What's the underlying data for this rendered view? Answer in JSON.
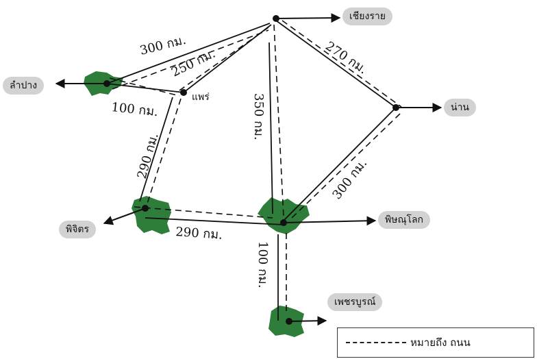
{
  "cities": {
    "chiang_rai": "เชียงราย",
    "lampang": "ลำปาง",
    "phrae": "แพร่",
    "nan": "น่าน",
    "phichit": "พิจิตร",
    "phitsanulok": "พิษณุโลก",
    "phetchabun": "เพชรบูรณ์"
  },
  "distances": {
    "lampang_chiangrai": "300 กม.",
    "phrae_chiangrai": "250 กม.",
    "lampang_phrae": "100 กม.",
    "chiangrai_nan": "270 กม.",
    "chiangrai_phitsanulok": "350 กม.",
    "phrae_phichit": "290 กม.",
    "nan_phitsanulok": "300 กม.",
    "phichit_phitsanulok": "290 กม.",
    "phitsanulok_phetchabun": "100 กม."
  },
  "legend": {
    "text": "หมายถึง ถนน"
  },
  "colors": {
    "region": "#2e7d3a",
    "line": "#111111",
    "label_bg": "#d2d2d2"
  }
}
